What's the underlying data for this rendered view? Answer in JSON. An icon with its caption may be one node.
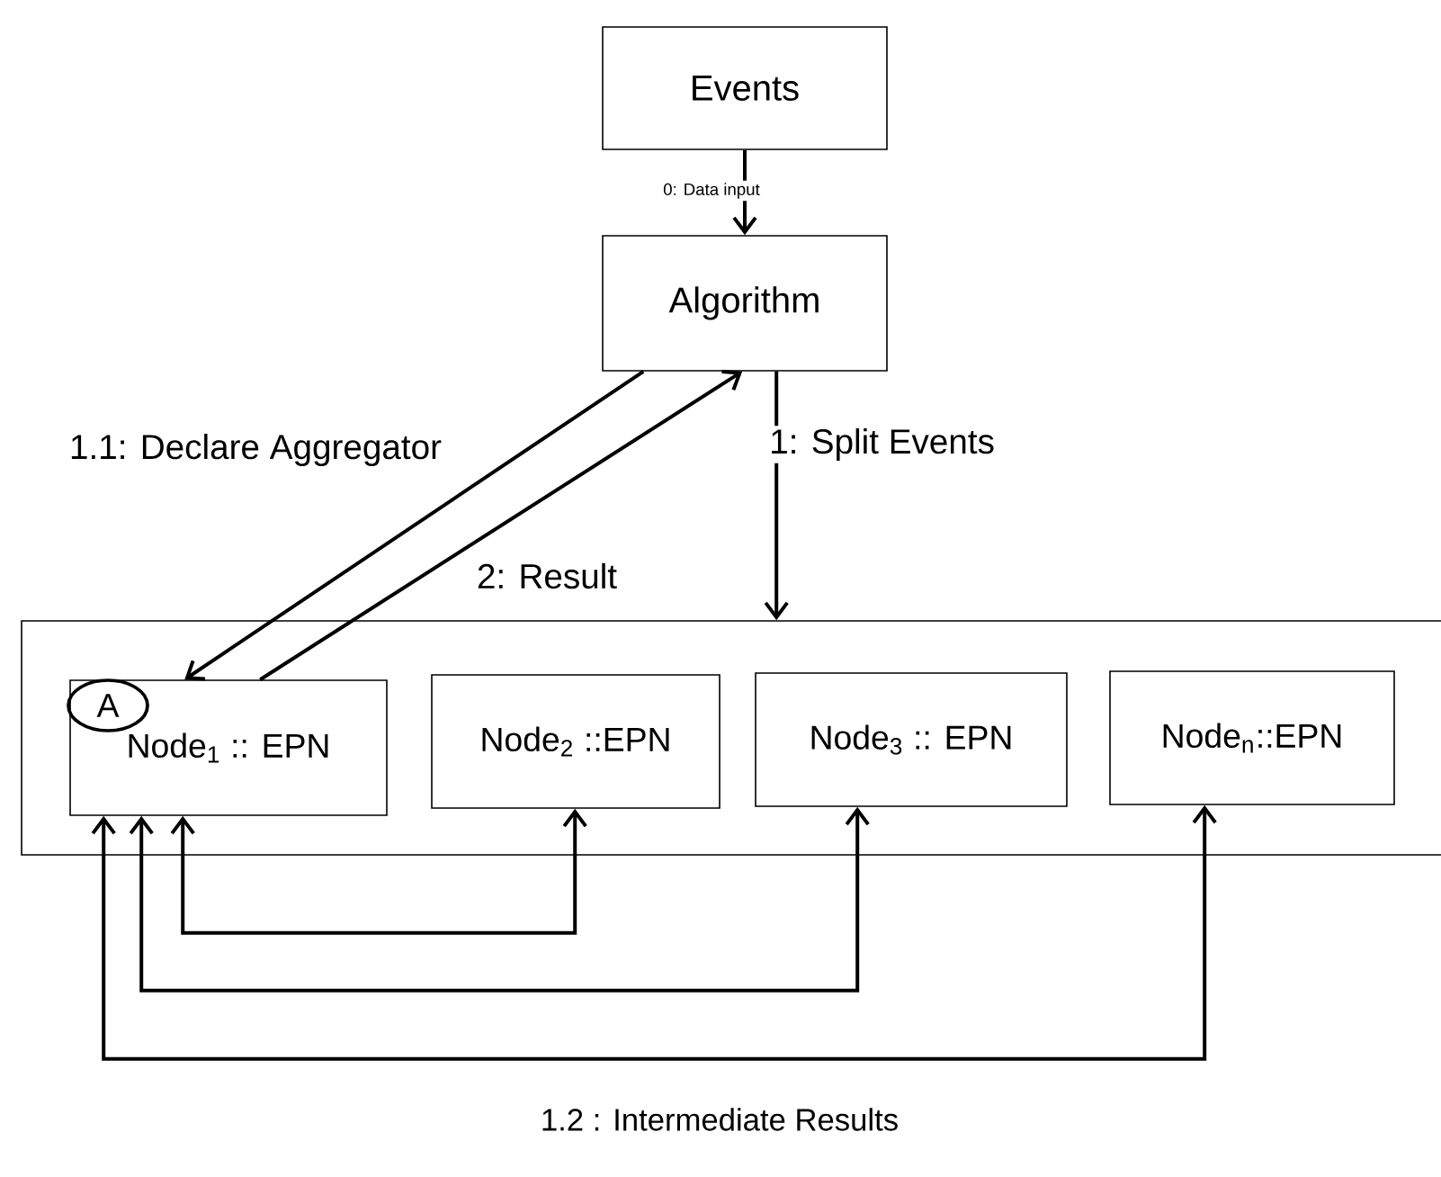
{
  "diagram": {
    "nodes": [
      {
        "text": [
          "Events"
        ]
      },
      {
        "text": [
          "Algorithm"
        ]
      },
      {
        "text": [],
        "shape": "box"
      },
      {
        "text": [
          "Node$_{1}$ :: EPN"
        ],
        "in": 2
      },
      {
        "text": [
          "Node$_{2}$ ::EPN"
        ],
        "in": 2
      },
      {
        "text": [
          "Node$_{3}$ :: EPN"
        ],
        "in": 2
      },
      {
        "text": [
          "Node$_{n}$::EPN"
        ],
        "in": 2
      },
      {
        "text": [
          "A"
        ],
        "in": 3
      }
    ],
    "edges": [
      {
        "from": 0,
        "to": 1,
        "arrow": "to",
        "label": "0: Data input"
      },
      {
        "from": 1,
        "to": 3,
        "arrow": "to",
        "label": "1.1: Declare Aggregator"
      },
      {
        "from": 3,
        "to": 1,
        "arrow": "to",
        "label": "2: Result"
      },
      {
        "from": 1,
        "to": 2,
        "arrow": "to",
        "label": "1: Split Events"
      },
      {
        "from": 4,
        "to": 3,
        "arrow": "both"
      },
      {
        "from": 5,
        "to": 3,
        "arrow": "both"
      },
      {
        "from": 6,
        "to": 3,
        "arrow": "both"
      }
    ],
    "labels": [
      "1.2 : Intermediate Results"
    ]
  }
}
